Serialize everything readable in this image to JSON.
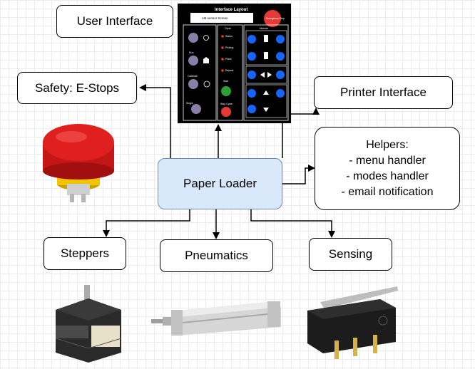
{
  "nodes": {
    "user_interface": "User Interface",
    "safety": "Safety: E-Stops",
    "printer_interface": "Printer Interface",
    "paper_loader": "Paper Loader",
    "steppers": "Steppers",
    "pneumatics": "Pneumatics",
    "sensing": "Sensing",
    "helpers": {
      "title": "Helpers:",
      "items": [
        "- menu handler",
        "- modes handler",
        "- email notification"
      ]
    }
  },
  "panel": {
    "title": "Interface Layout",
    "screen_label": "LM-sensor Screen",
    "estop_label": "Emergency Stop",
    "cycle_label": "Cycle",
    "manual_label": "Manual",
    "cycle_items": [
      "Status",
      "Picking",
      "Place",
      "Repeat",
      "Start",
      "Stop Cycle"
    ],
    "left_items": [
      "Run",
      "Calibrate",
      "Single"
    ]
  },
  "colors": {
    "center_fill": "#dae8fc",
    "center_stroke": "#6c8ebf",
    "panel_bg": "#000000",
    "panel_button": "#1565ff",
    "estop_red": "#e53935"
  }
}
